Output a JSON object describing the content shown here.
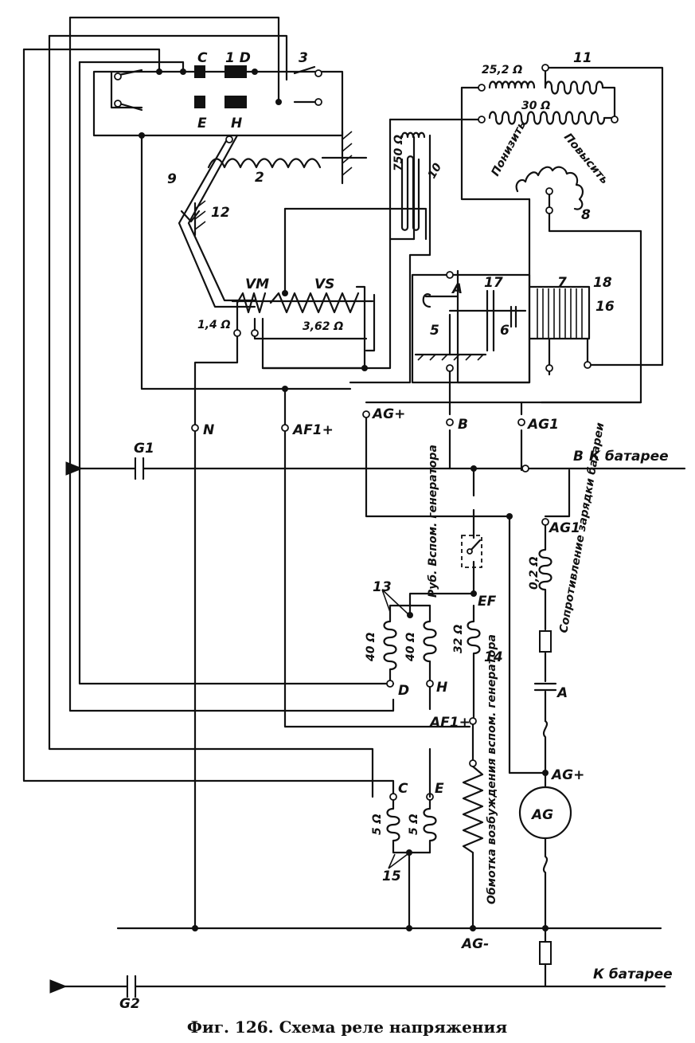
{
  "caption": "Фиг. 126. Схема реле напряжения",
  "labels": {
    "C": "C",
    "D": "1 D",
    "E": "E",
    "H": "H",
    "n3": "3",
    "r25": "25,2 Ω",
    "n11": "11",
    "r30": "30 Ω",
    "lower": "Понизить",
    "raise": "Повысить",
    "n8": "8",
    "n9": "9",
    "n2": "2",
    "r750": "750 Ω",
    "n10": "10",
    "n12": "12",
    "VM": "VM",
    "VS": "VS",
    "r14": "1,4 Ω",
    "r362": "3,62 Ω",
    "A": "A",
    "n17": "17",
    "n7": "7",
    "n18": "18",
    "n16": "16",
    "n5": "5",
    "n6": "6",
    "N": "N",
    "AF1plus": "AF1+",
    "AGplus": "AG+",
    "B": "B",
    "AG1": "AG1",
    "G1": "G1",
    "B2": "B",
    "toBattery": "К батарее",
    "switchName": "Руб. Вспом. генератора",
    "r02": "0,2 Ω",
    "chargeRes": "Сопротивление зарядки батареи",
    "AG1b": "AG1",
    "n13": "13",
    "r40a": "40 Ω",
    "r40b": "40 Ω",
    "EF": "EF",
    "r32": "32 Ω",
    "n14": "14",
    "Dlow": "D",
    "Hlow": "H",
    "AF1plus2": "AF1+",
    "Alow": "A",
    "AGplus2": "AG+",
    "Clow": "C",
    "Elow": "E",
    "r5a": "5 Ω",
    "r5b": "5 Ω",
    "n15": "15",
    "field": "Обмотка возбуждения вспом. генератора",
    "AGgen": "AG",
    "AGminus": "AG-",
    "toBattery2": "К батарее",
    "G2": "G2"
  }
}
